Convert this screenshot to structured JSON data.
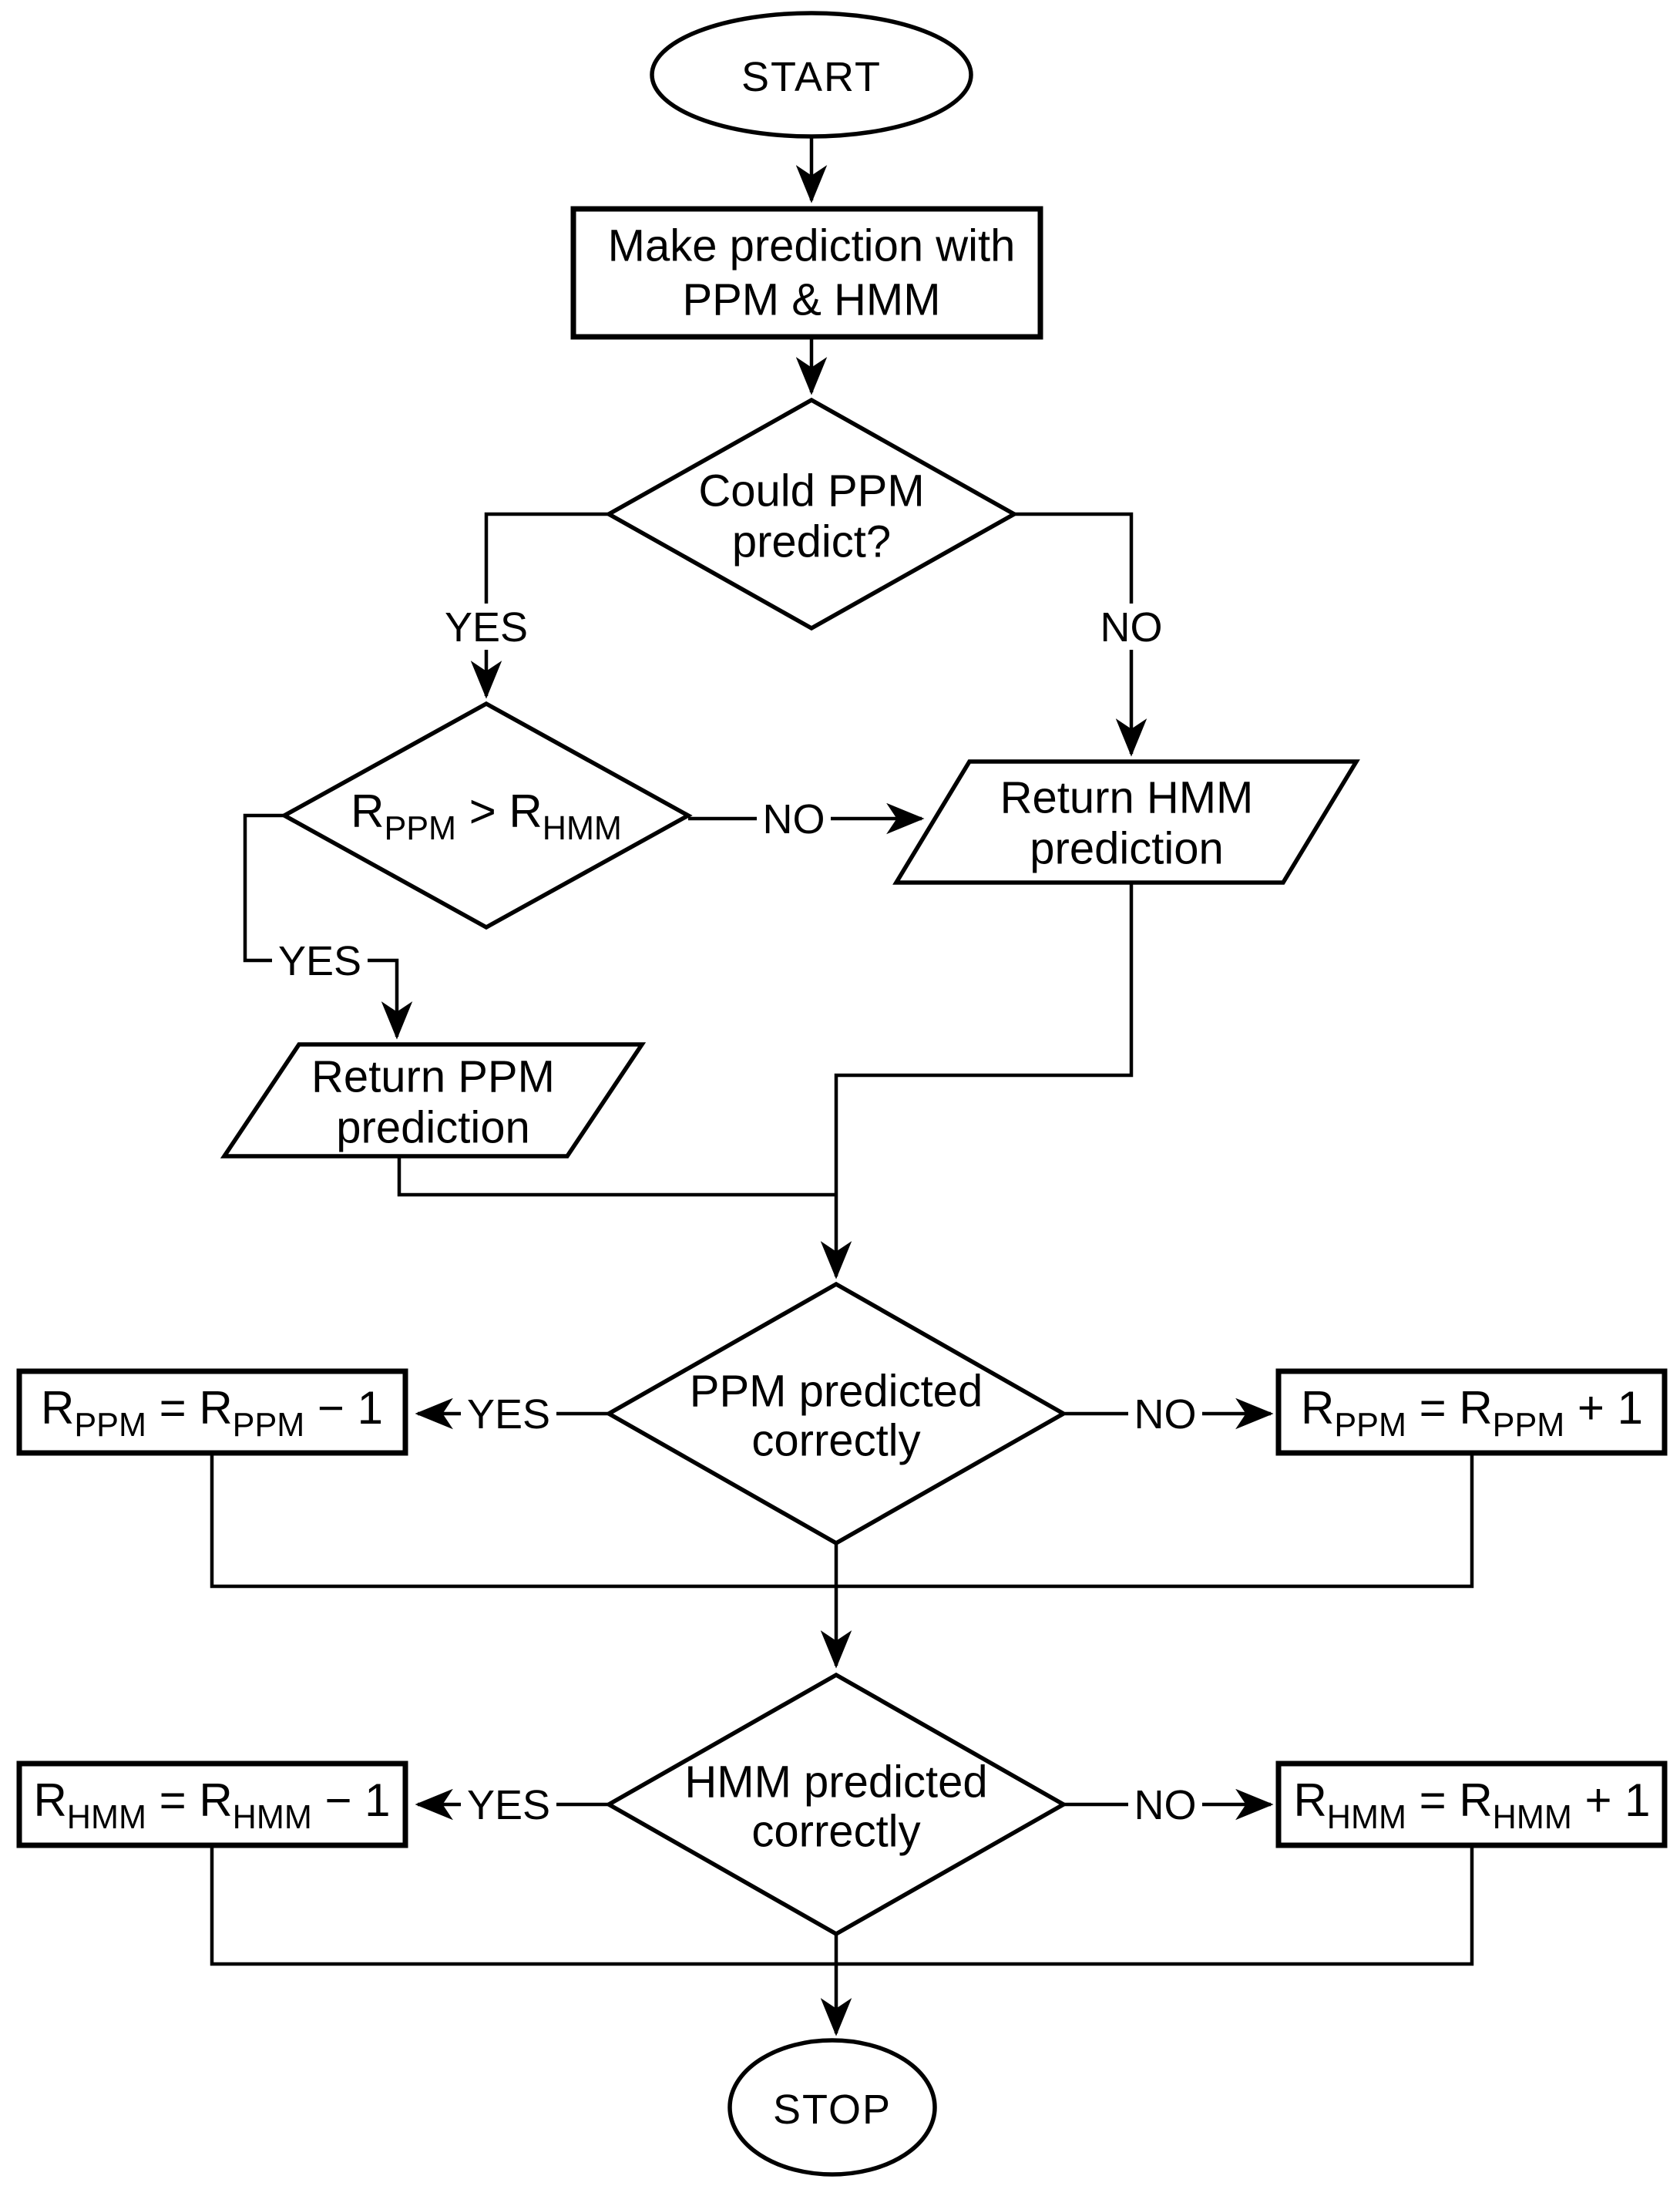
{
  "figure": {
    "background_color": "#ffffff",
    "line_color": "#000000",
    "text_color": "#000000",
    "shape_fill": "#ffffff"
  },
  "nodes": {
    "start": {
      "type": "terminator",
      "label": "START"
    },
    "make_prediction": {
      "type": "process",
      "lines": [
        "Make prediction with",
        "PPM & HMM"
      ]
    },
    "could_ppm_predict": {
      "type": "decision",
      "lines": [
        "Could PPM",
        "predict?"
      ]
    },
    "rppm_vs_rhmm": {
      "type": "decision",
      "segments": [
        {
          "t": "R"
        },
        {
          "t": "PPM",
          "sub": true
        },
        {
          "t": " > R"
        },
        {
          "t": "HMM",
          "sub": true
        }
      ]
    },
    "return_hmm_prediction": {
      "type": "input-output",
      "lines": [
        "Return HMM",
        "prediction"
      ]
    },
    "return_ppm_prediction": {
      "type": "input-output",
      "lines": [
        "Return PPM",
        "prediction"
      ]
    },
    "ppm_predicted_correctly": {
      "type": "decision",
      "lines": [
        "PPM predicted",
        "correctly"
      ]
    },
    "rppm_decrement": {
      "type": "process",
      "segments": [
        {
          "t": "R"
        },
        {
          "t": "PPM",
          "sub": true
        },
        {
          "t": " = R"
        },
        {
          "t": "PPM",
          "sub": true
        },
        {
          "t": " − 1"
        }
      ]
    },
    "rppm_increment": {
      "type": "process",
      "segments": [
        {
          "t": "R"
        },
        {
          "t": "PPM",
          "sub": true
        },
        {
          "t": " = R"
        },
        {
          "t": "PPM",
          "sub": true
        },
        {
          "t": " + 1"
        }
      ]
    },
    "hmm_predicted_correctly": {
      "type": "decision",
      "lines": [
        "HMM predicted",
        "correctly"
      ]
    },
    "rhmm_decrement": {
      "type": "process",
      "segments": [
        {
          "t": "R"
        },
        {
          "t": "HMM",
          "sub": true
        },
        {
          "t": " = R"
        },
        {
          "t": "HMM",
          "sub": true
        },
        {
          "t": " − 1"
        }
      ]
    },
    "rhmm_increment": {
      "type": "process",
      "segments": [
        {
          "t": "R"
        },
        {
          "t": "HMM",
          "sub": true
        },
        {
          "t": " = R"
        },
        {
          "t": "HMM",
          "sub": true
        },
        {
          "t": " + 1"
        }
      ]
    },
    "stop": {
      "type": "terminator",
      "label": "STOP"
    }
  },
  "edge_labels": {
    "could_predict_yes": "YES",
    "could_predict_no": "NO",
    "rank_compare_no": "NO",
    "rank_compare_yes": "YES",
    "ppm_correct_yes": "YES",
    "ppm_correct_no": "NO",
    "hmm_correct_yes": "YES",
    "hmm_correct_no": "NO"
  }
}
